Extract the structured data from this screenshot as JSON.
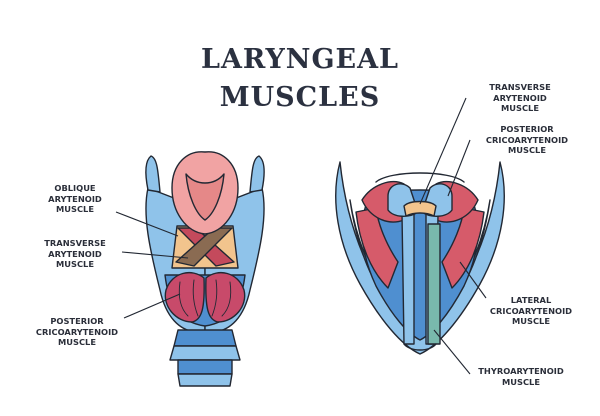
{
  "title": {
    "line1": "LARYNGEAL",
    "line2": "MUSCLES"
  },
  "left_labels": {
    "oblique": [
      "OBLIQUE",
      "ARYTENOID",
      "MUSCLE"
    ],
    "transverse": [
      "TRANSVERSE",
      "ARYTENOID",
      "MUSCLE"
    ],
    "posterior": [
      "POSTERIOR",
      "CRICOARYTENOID",
      "MUSCLE"
    ]
  },
  "right_labels": {
    "transverse": [
      "TRANSVERSE",
      "ARYTENOID",
      "MUSCLE"
    ],
    "posterior": [
      "POSTERIOR",
      "CRICOARYTENOID",
      "MUSCLE"
    ],
    "lateral": [
      "LATERAL",
      "CRICOARYTENOID",
      "MUSCLE"
    ],
    "thyroarytenoid": [
      "THYROARYTENOID",
      "MUSCLE"
    ]
  },
  "colors": {
    "cartilage": "#8fc3ea",
    "cartilage_dark": "#4f8fd0",
    "muscle": "#d65b6a",
    "epiglottis": "#f1a3a3",
    "transverse_muscle": "#f2c48d",
    "thyroarytenoid": "#79b9ad",
    "outline": "#222833"
  }
}
